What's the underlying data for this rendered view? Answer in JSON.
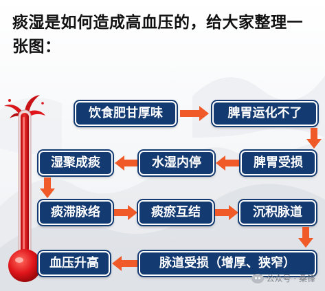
{
  "headline": "痰湿是如何造成高血压的，给大家整理一张图：",
  "nodes": {
    "diet": "饮食肥甘厚味",
    "spleen_transform": "脾胃运化不了",
    "spleen_damage": "脾胃受损",
    "internal_damp": "水湿内停",
    "phlegm_form": "湿聚成痰",
    "phlegm_block": "痰滞脉络",
    "phlegm_stasis": "痰瘀互结",
    "vessel_deposit": "沉积脉道",
    "vessel_damage": "脉道受损（增厚、狭窄）",
    "bp_rise": "血压升高"
  },
  "watermark": "公众号 · 桑锋",
  "colors": {
    "node_fill": "#143a72",
    "arrow": "#f05a28",
    "thermometer": "#e0161b"
  },
  "icons": {
    "thermometer": "thermometer-icon",
    "watermark": "wechat-icon"
  }
}
